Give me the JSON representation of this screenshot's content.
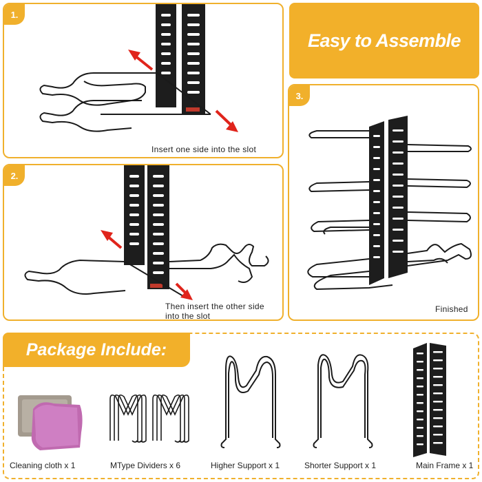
{
  "steps": [
    {
      "number": "1.",
      "caption": "Insert one side into the slot"
    },
    {
      "number": "2.",
      "caption_line1": "Then insert the other side",
      "caption_line2": "into the slot"
    },
    {
      "number": "3.",
      "caption": "Finished"
    }
  ],
  "banner": {
    "title": "Easy to Assemble"
  },
  "package": {
    "title": "Package Include:",
    "items": [
      {
        "label": "Cleaning cloth x 1"
      },
      {
        "label": "MType Dividers x 6"
      },
      {
        "label": "Higher Support x 1"
      },
      {
        "label": "Shorter Support x 1"
      },
      {
        "label": "Main Frame x 1"
      }
    ]
  },
  "colors": {
    "accent": "#f2b02a",
    "arrow": "#e0241b",
    "wire": "#1a1a1a"
  }
}
